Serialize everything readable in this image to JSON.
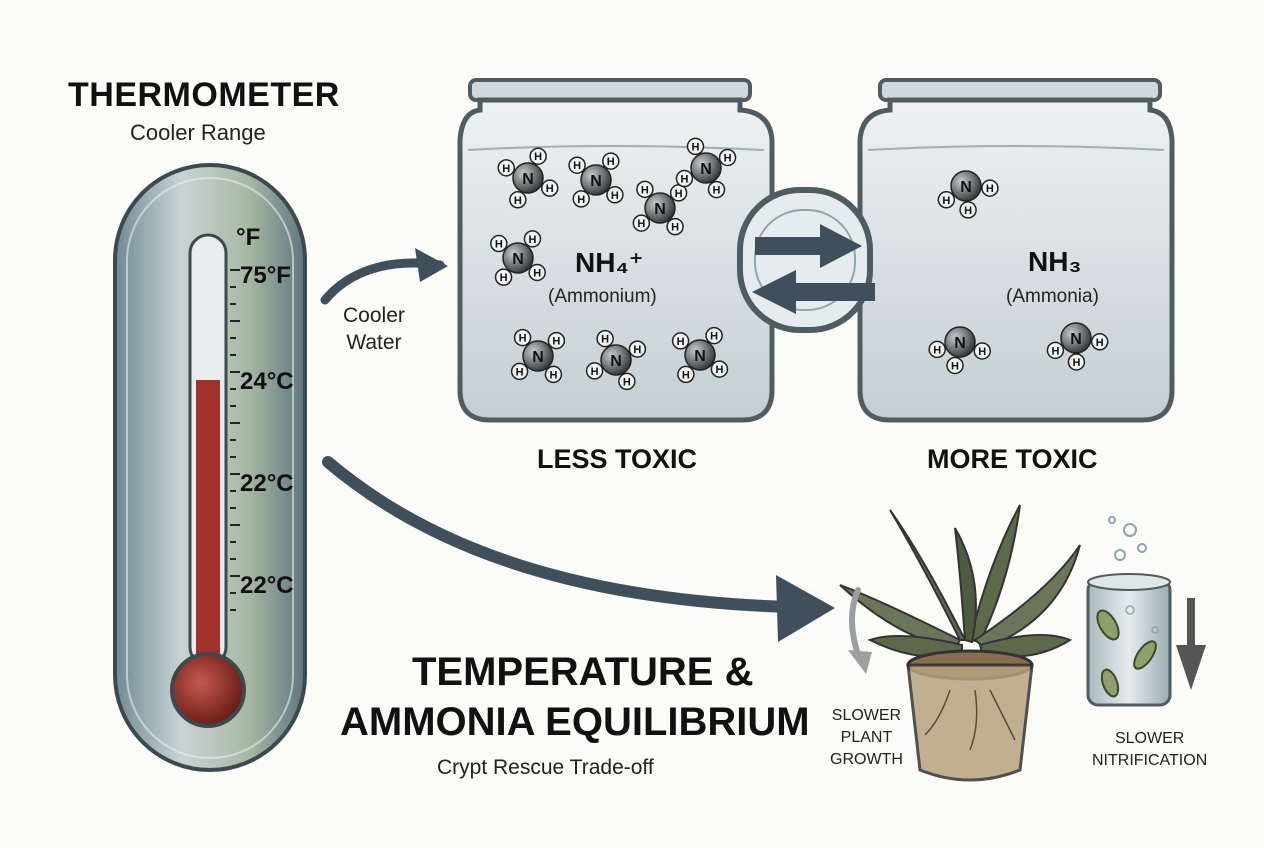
{
  "thermometer": {
    "title": "THERMOMETER",
    "subtitle": "Cooler Range",
    "unit_label": "°F",
    "scale_labels": [
      "75°F",
      "24°C",
      "22°C",
      "22°C"
    ]
  },
  "flow": {
    "cooler_water": "Cooler\nWater"
  },
  "equilibrium": {
    "ammonium_formula": "NH₄⁺",
    "ammonium_name": "(Ammonium)",
    "ammonia_formula": "NH₃",
    "ammonia_name": "(Ammonia)",
    "left_caption": "LESS TOXIC",
    "right_caption": "MORE TOXIC"
  },
  "main": {
    "title_line1": "TEMPERATURE &",
    "title_line2": "AMMONIA EQUILIBRIUM",
    "subtitle": "Crypt Rescue Trade-off"
  },
  "effects": {
    "plant_label": "SLOWER\nPLANT\nGROWTH",
    "bacteria_label": "SLOWER\nNITRIFICATION"
  },
  "molecule": {
    "center_letter": "N",
    "h_letter": "H"
  },
  "colors": {
    "mercury": "#a3302a",
    "glass": "#8fa5ad",
    "jar_outline": "#4f5c61",
    "arrow": "#3f4f5c",
    "leaf": "#5d6a4a",
    "pot": "#9a7a5a"
  }
}
